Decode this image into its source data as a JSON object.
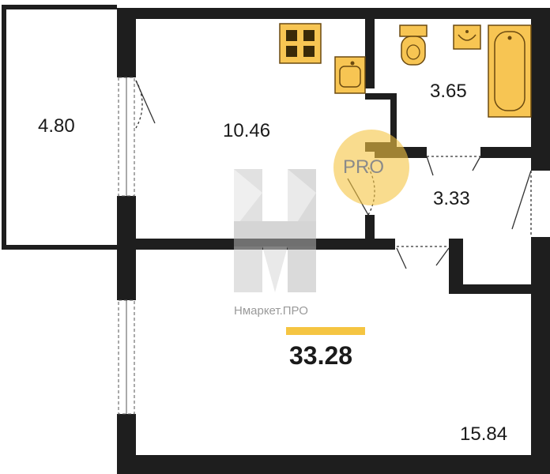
{
  "rooms": {
    "balcony_area": "4.80",
    "kitchen_area": "10.46",
    "bathroom_area": "3.65",
    "hall_area": "3.33",
    "living_room_area": "15.84"
  },
  "total_area": "33.28",
  "watermark": {
    "brand_text": "Нмаркет.ПРО",
    "badge_text": "PRO"
  },
  "colors": {
    "wall": "#1e1e1e",
    "fixture_fill": "#f7c553",
    "fixture_stroke": "#6b4a10",
    "accent_bar": "#f5c542",
    "watermark_logo": "#cfcfcf",
    "badge_circle": "#f5c542"
  },
  "icons": [
    "stove-icon",
    "kitchen-sink-icon",
    "toilet-icon",
    "washbasin-icon",
    "bathtub-icon",
    "door-icon",
    "window-icon"
  ]
}
